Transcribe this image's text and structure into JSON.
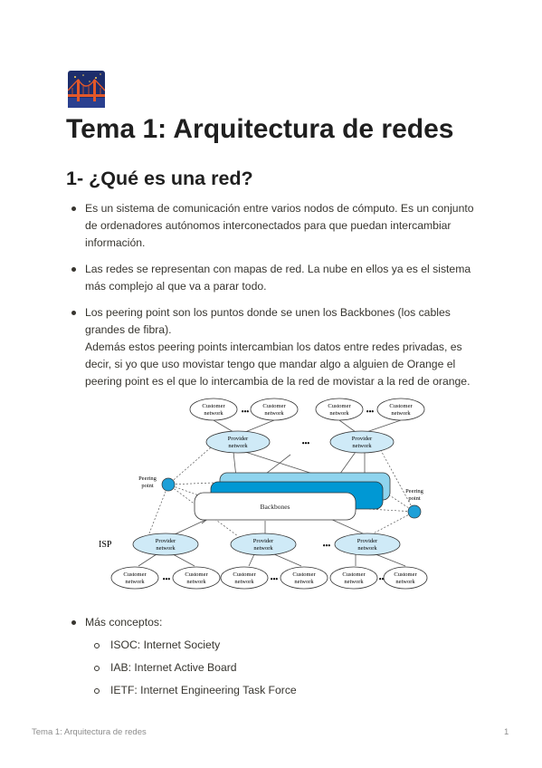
{
  "page": {
    "icon": "golden-gate-bridge-icon",
    "title": "Tema 1: Arquitectura de redes"
  },
  "section": {
    "heading": "1- ¿Qué es una red?"
  },
  "bullets": [
    {
      "text": "Es un sistema de comunicación entre varios nodos de cómputo. Es un conjunto de ordenadores autónomos interconectados para que puedan intercambiar información."
    },
    {
      "text": "Las redes se representan con mapas de red. La nube en ellos ya es el sistema más complejo al que va a parar todo."
    },
    {
      "text": "Los peering point son los puntos donde se unen los Backbones (los cables grandes de fibra).",
      "text2": "Además estos peering points intercambian los datos entre redes privadas, es decir, si yo que uso movistar tengo que mandar algo a alguien de Orange el peering point es el que lo intercambia de la red de movistar a la red de orange."
    }
  ],
  "diagram": {
    "customer_line1": "Customer",
    "customer_line2": "network",
    "provider_line1": "Provider",
    "provider_line2": "network",
    "backbones": "Backbones",
    "peering_left_1": "Peering",
    "peering_left_2": "point",
    "peering_right_1": "Peering",
    "peering_right_2": "point",
    "isp": "ISP",
    "dots": "•••"
  },
  "more": {
    "label": "Más conceptos:",
    "items": [
      {
        "text": "ISOC: Internet Society"
      },
      {
        "text": "IAB: Internet Active Board"
      },
      {
        "text": "IETF: Internet Engineering Task Force"
      }
    ]
  },
  "footer": {
    "left": "Tema 1: Arquitectura de redes",
    "page_number": "1"
  }
}
